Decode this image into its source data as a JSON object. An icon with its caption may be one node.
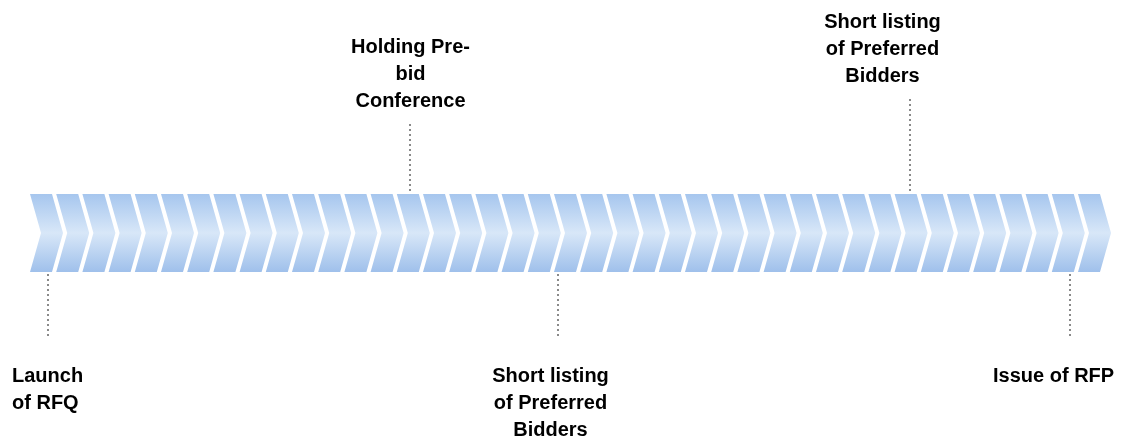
{
  "diagram": {
    "nodes": [
      {
        "text": [
          "Holding Pre- bid Conference"
        ]
      },
      {
        "text": [
          "Short listing of Preferred Bidders"
        ]
      },
      {
        "text": [],
        "shape": "bar"
      },
      {
        "text": [
          "Launch of RFQ"
        ]
      },
      {
        "text": [
          "Short listing of Preferred Bidders"
        ]
      },
      {
        "text": [
          "Issue of RFP"
        ]
      }
    ],
    "edges": [
      {
        "from": 0,
        "to": 2,
        "arrow": "none",
        "style": "dashed"
      },
      {
        "from": 1,
        "to": 2,
        "arrow": "none",
        "style": "dashed"
      },
      {
        "from": 3,
        "to": 2,
        "arrow": "none",
        "style": "dashed"
      },
      {
        "from": 4,
        "to": 2,
        "arrow": "none",
        "style": "dashed"
      },
      {
        "from": 5,
        "to": 2,
        "arrow": "none",
        "style": "dashed"
      }
    ]
  }
}
